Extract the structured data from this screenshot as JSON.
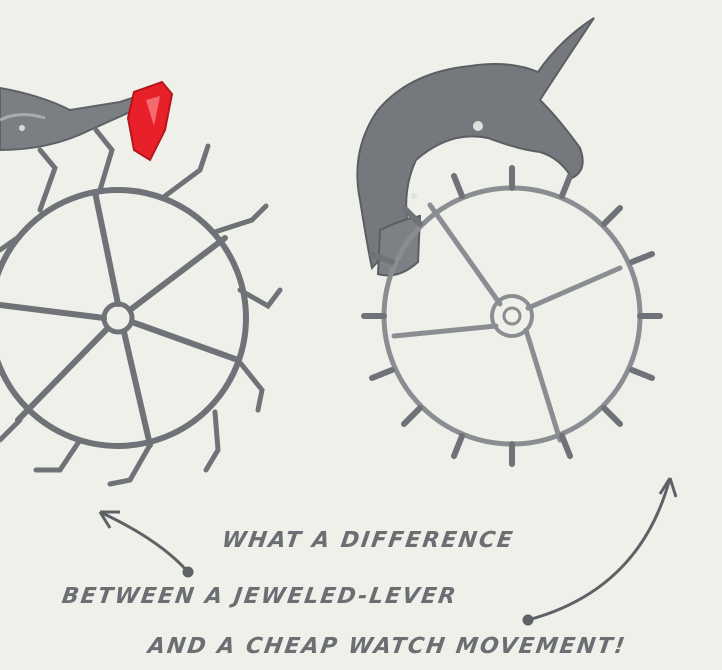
{
  "caption": {
    "line1": "WHAT A DIFFERENCE",
    "line2": "BETWEEN A JEWELED-LEVER",
    "line3": "AND A CHEAP WATCH MOVEMENT!"
  },
  "colors": {
    "background": "#eef0e9",
    "metal": "#6f7377",
    "jewel": "#e8202a",
    "text": "#6b6e72"
  }
}
